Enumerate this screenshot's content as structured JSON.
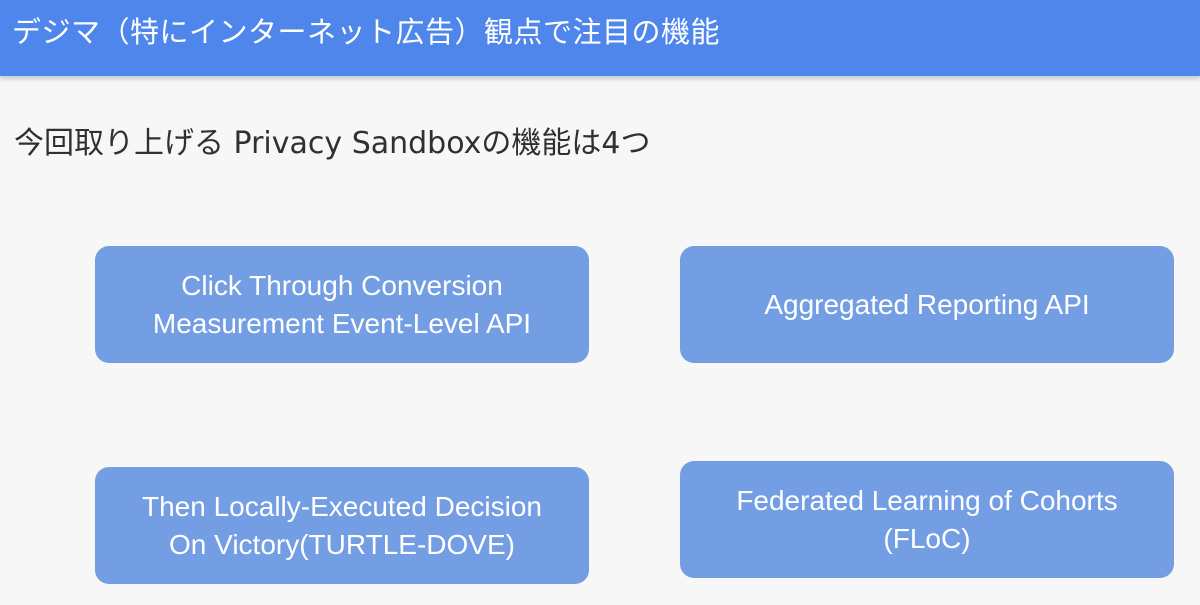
{
  "header": {
    "title": "デジマ（特にインターネット広告）観点で注目の機能"
  },
  "subtitle": "今回取り上げる Privacy Sandboxの機能は4つ",
  "features": [
    {
      "line1": "Click Through Conversion",
      "line2": "Measurement Event-Level API"
    },
    {
      "line1": "Aggregated Reporting API",
      "line2": ""
    },
    {
      "line1": "Then Locally-Executed Decision",
      "line2": "On Victory(TURTLE-DOVE)"
    },
    {
      "line1": "Federated Learning of Cohorts",
      "line2": "(FLoC)"
    }
  ],
  "colors": {
    "header_bg": "#4f86ec",
    "card_bg": "#739ee3",
    "page_bg": "#f7f7f7"
  }
}
